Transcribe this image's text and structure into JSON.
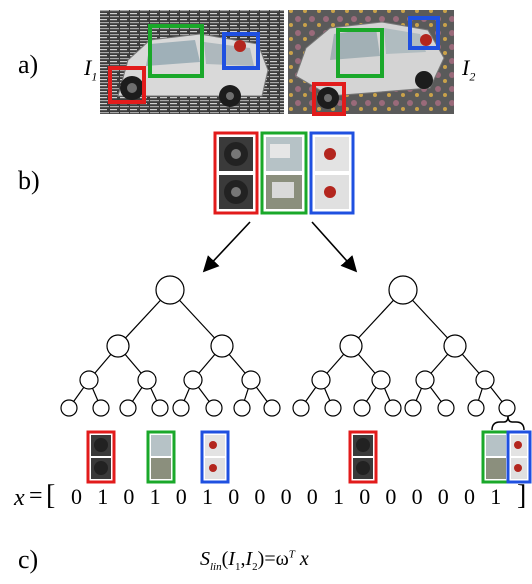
{
  "panel_labels": {
    "a": "a)",
    "b": "b)",
    "c": "c)"
  },
  "image_labels": {
    "i1": {
      "letter": "I",
      "subscript": "1"
    },
    "i2": {
      "letter": "I",
      "subscript": "2"
    }
  },
  "highlight_colors": {
    "red": "#e21b1b",
    "green": "#1aa82a",
    "blue": "#1f50e0"
  },
  "vector": {
    "prefix": "x",
    "equals": "=",
    "open_bracket": "[",
    "close_bracket": "]",
    "values": [
      "0",
      "1",
      "0",
      "1",
      "0",
      "1",
      "0",
      "0",
      "0",
      "0",
      "1",
      "0",
      "0",
      "0",
      "0",
      "0",
      "1"
    ]
  },
  "formula": {
    "s": "S",
    "s_sub": "lin",
    "args_open": "(",
    "arg1": "I",
    "arg1_sub": "1",
    "comma": ",",
    "arg2": "I",
    "arg2_sub": "2",
    "args_close": ")",
    "equals": "=",
    "omega": "ω",
    "omega_sup": "T",
    "x": "x"
  },
  "icons": [
    "toy-van-photo",
    "feature-patch",
    "tree-node",
    "arrow-down-left",
    "arrow-down-right",
    "curly-brace"
  ]
}
